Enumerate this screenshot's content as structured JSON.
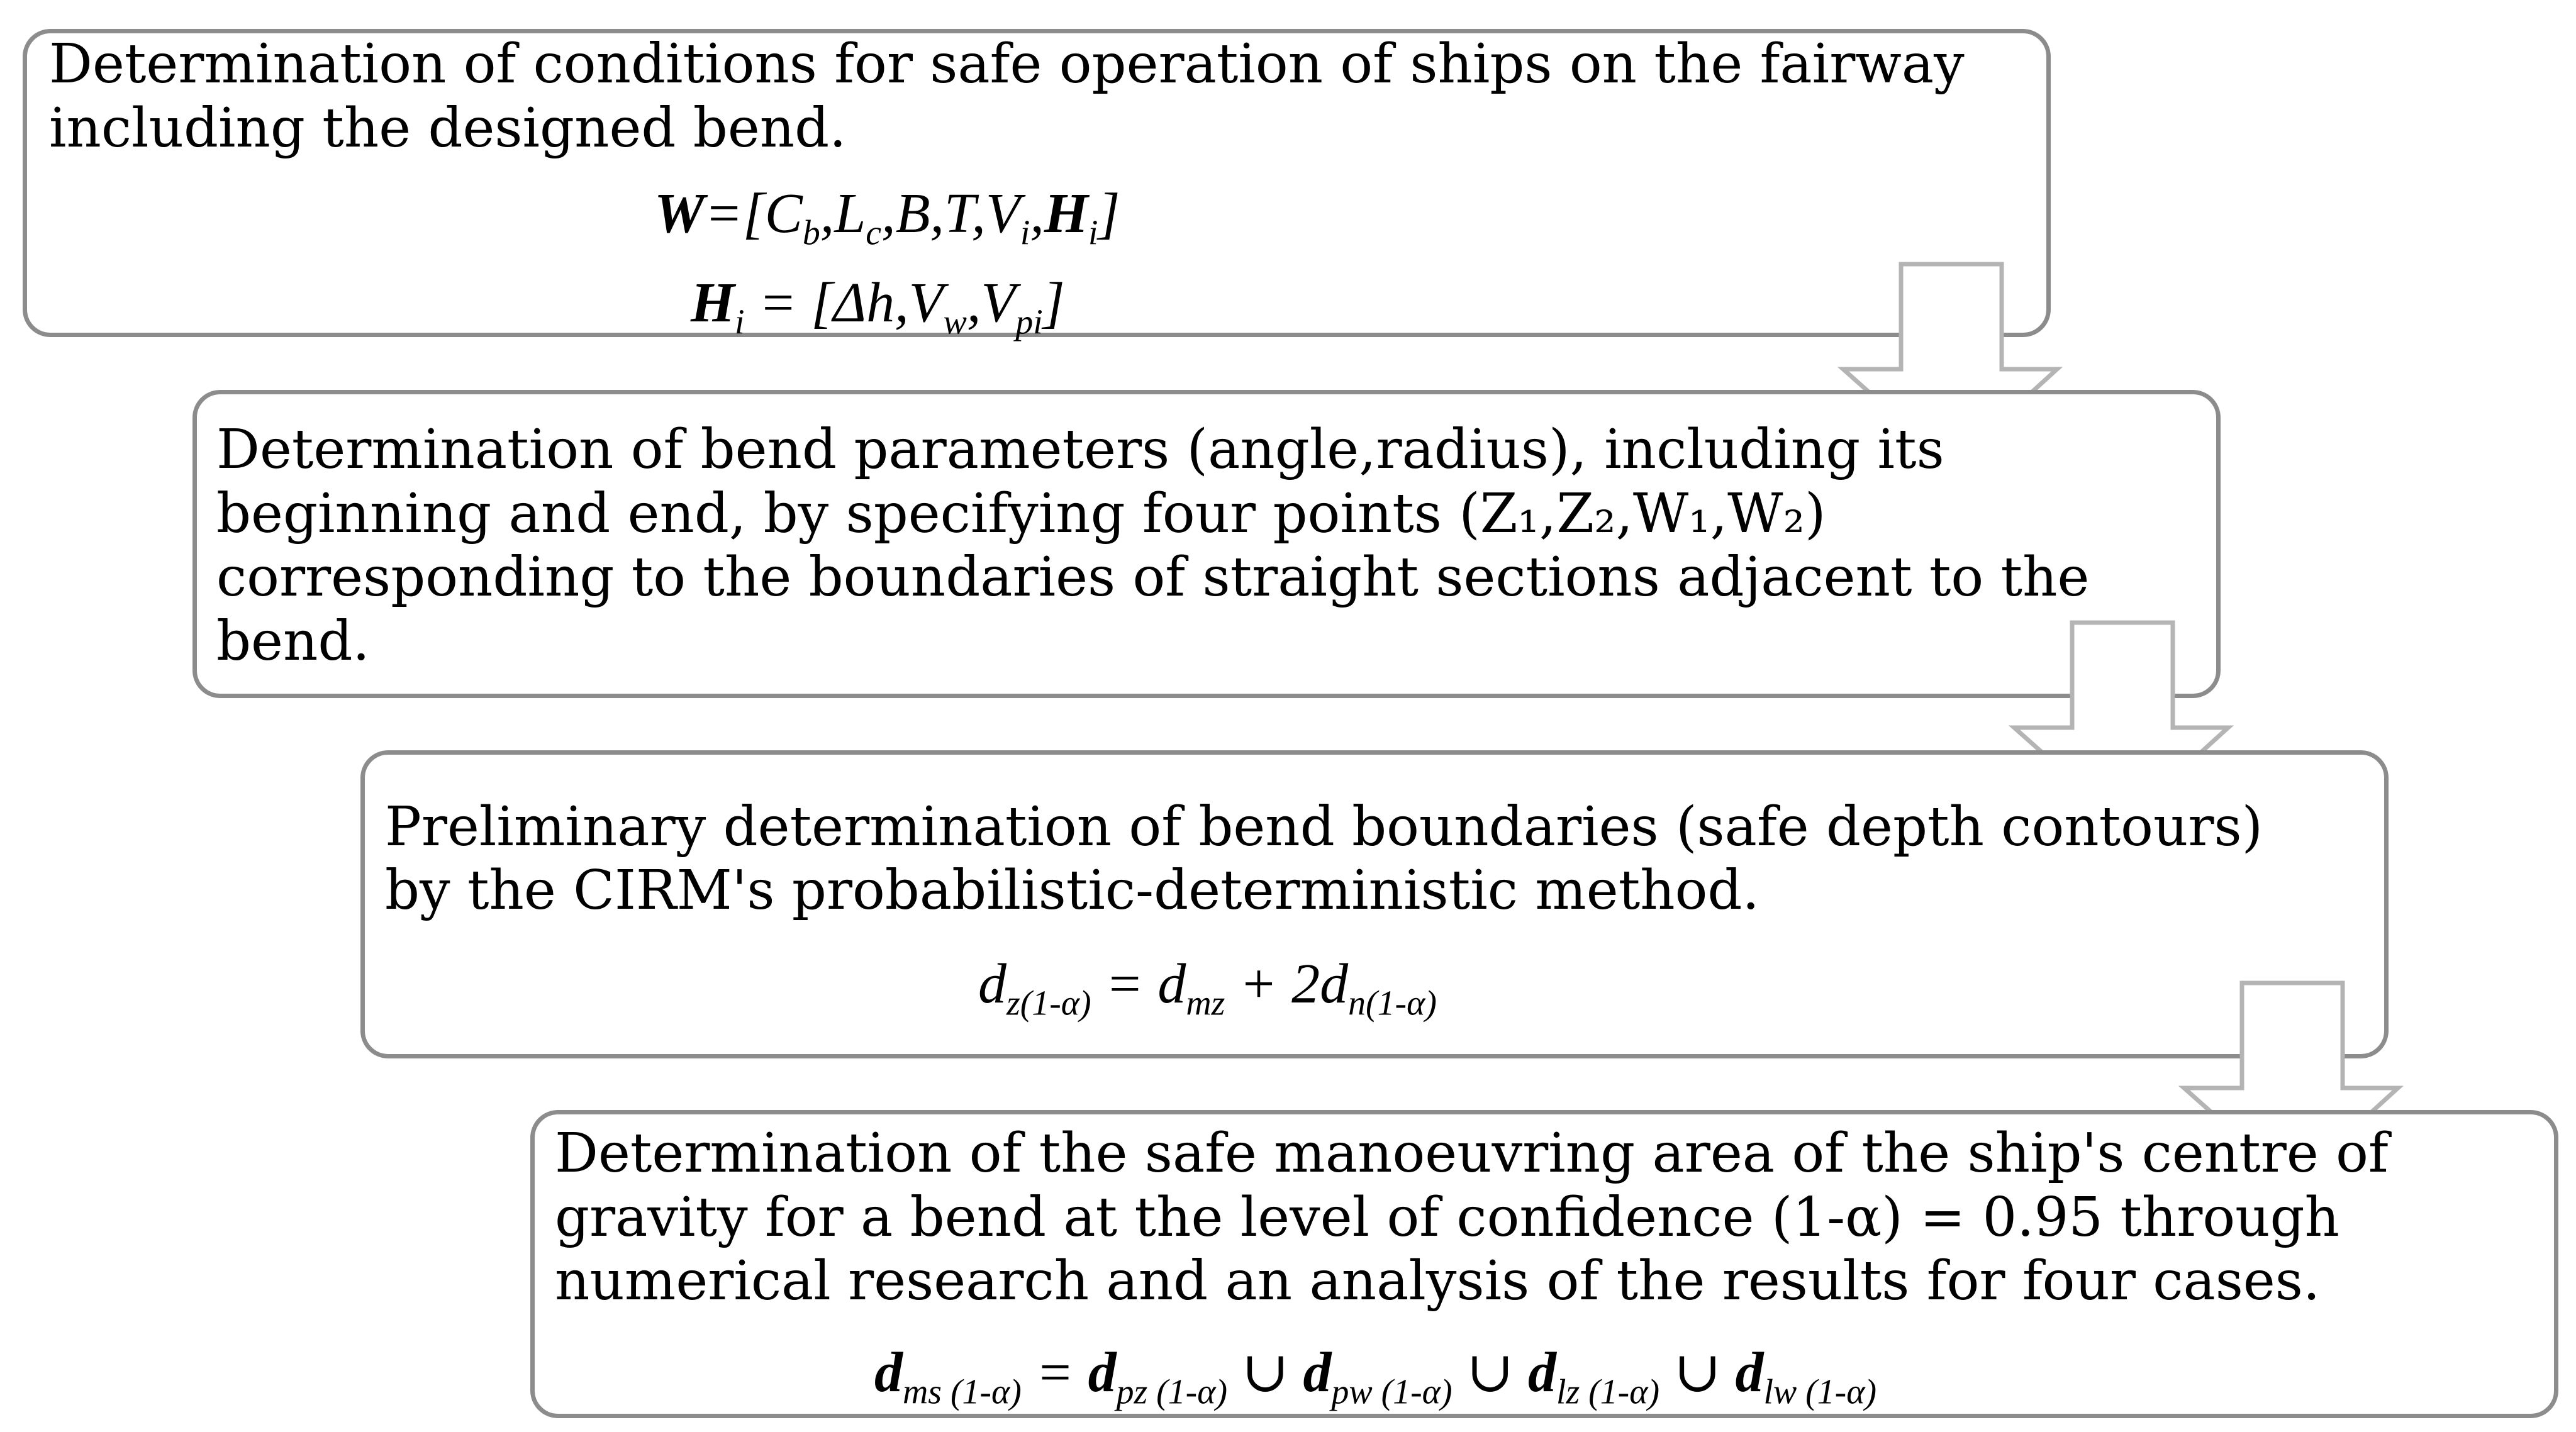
{
  "steps": [
    {
      "lines": [
        "Determination of conditions for safe operation of ships on the fairway",
        "including the designed bend."
      ]
    },
    {
      "lines": [
        "Determination of bend parameters (angle,radius), including its",
        "beginning and end, by specifying four points (Z₁,Z₂,W₁,W₂)",
        "corresponding to the boundaries of straight sections adjacent to the",
        "bend."
      ]
    },
    {
      "lines": [
        "Preliminary determination of bend boundaries (safe depth contours)",
        "by the CIRM's probabilistic-deterministic method."
      ]
    },
    {
      "lines": [
        "Determination of the safe manoeuvring area of the ship's centre of",
        "gravity for a bend at the level of confidence (1-α) = 0.95 through",
        "numerical research and an analysis of the results for four cases."
      ]
    }
  ],
  "formulas": {
    "w": {
      "lead": "W",
      "open": "=[",
      "sym": [
        "C",
        "L",
        "B",
        "T",
        "V",
        "H"
      ],
      "subs": [
        "b",
        "c",
        "i",
        "i"
      ],
      "sep": ",",
      "close": "]"
    },
    "h": {
      "lead": "H",
      "lead_sub": "i",
      "eq": " = [",
      "sym": [
        "Δh",
        "V",
        "V"
      ],
      "subs": [
        "w",
        "pi"
      ],
      "sep": ",",
      "close": "]"
    },
    "dz": {
      "lhs": "d",
      "lhs_sub": "z(1-α)",
      "eq": " = ",
      "t1": "d",
      "t1_sub": "mz",
      "plus": " + 2",
      "t2": "d",
      "t2_sub": "n(1-α)"
    },
    "dms": {
      "d": "d",
      "subs": [
        "ms (1-α)",
        "pz (1-α)",
        "pw (1-α)",
        "lz (1-α)",
        "lw (1-α)"
      ],
      "eq": " = ",
      "union": " ∪ "
    }
  },
  "colors": {
    "box_border": "#8c8c8c",
    "arrow_stroke": "#b4b4b4",
    "text": "#000000"
  },
  "icons": [
    "down-arrow-icon",
    "down-arrow-icon",
    "down-arrow-icon"
  ]
}
